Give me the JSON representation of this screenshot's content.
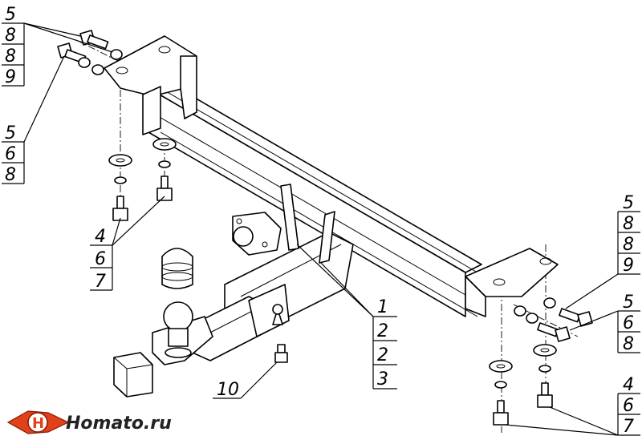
{
  "callouts": {
    "top_left_a": [
      "5",
      "8",
      "8",
      "9"
    ],
    "top_left_b": [
      "5",
      "6",
      "8"
    ],
    "mid_left": [
      "4",
      "6",
      "7"
    ],
    "center_right": [
      "1",
      "2",
      "2",
      "3"
    ],
    "right_a": [
      "5",
      "8",
      "8",
      "9"
    ],
    "right_b": [
      "5",
      "6",
      "8"
    ],
    "right_c": [
      "4",
      "6",
      "7"
    ],
    "bottom": [
      "10"
    ]
  },
  "logo": {
    "text": "Homato.ru",
    "icon": "car-emblem-icon",
    "color": "#e0401a"
  }
}
